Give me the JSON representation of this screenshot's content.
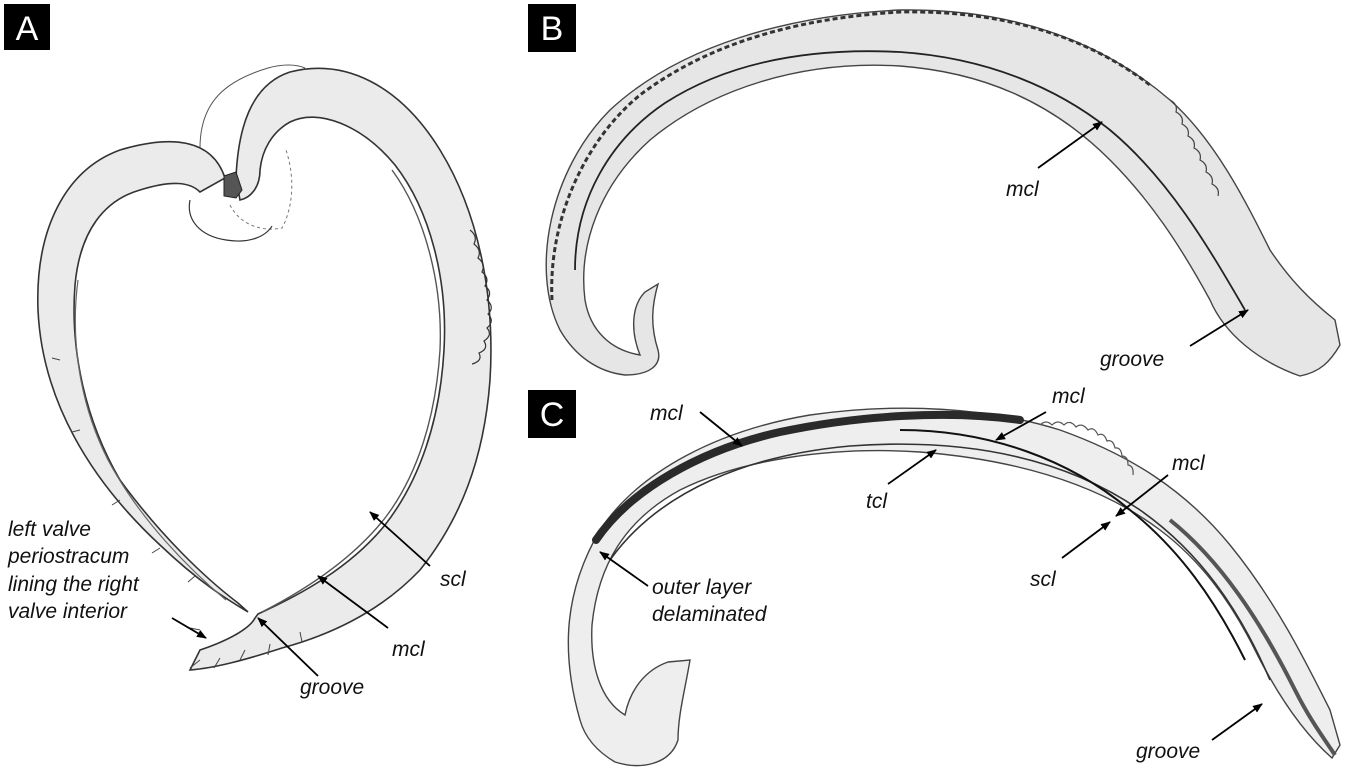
{
  "panels": {
    "a": {
      "letter": "A"
    },
    "b": {
      "letter": "B"
    },
    "c": {
      "letter": "C"
    }
  },
  "labels": {
    "a_left_valve_1": "left valve",
    "a_left_valve_2": "periostracum",
    "a_left_valve_3": "lining the right",
    "a_left_valve_4": "valve interior",
    "a_scl": "scl",
    "a_mcl": "mcl",
    "a_groove": "groove",
    "b_mcl": "mcl",
    "b_groove": "groove",
    "c_mcl_left": "mcl",
    "c_mcl_top": "mcl",
    "c_mcl_right": "mcl",
    "c_tcl": "tcl",
    "c_scl": "scl",
    "c_outer_1": "outer layer",
    "c_outer_2": "delaminated",
    "c_groove": "groove"
  },
  "colors": {
    "shell_fill": "#ebebeb",
    "panel_badge": "#000000",
    "outline": "#333333"
  }
}
